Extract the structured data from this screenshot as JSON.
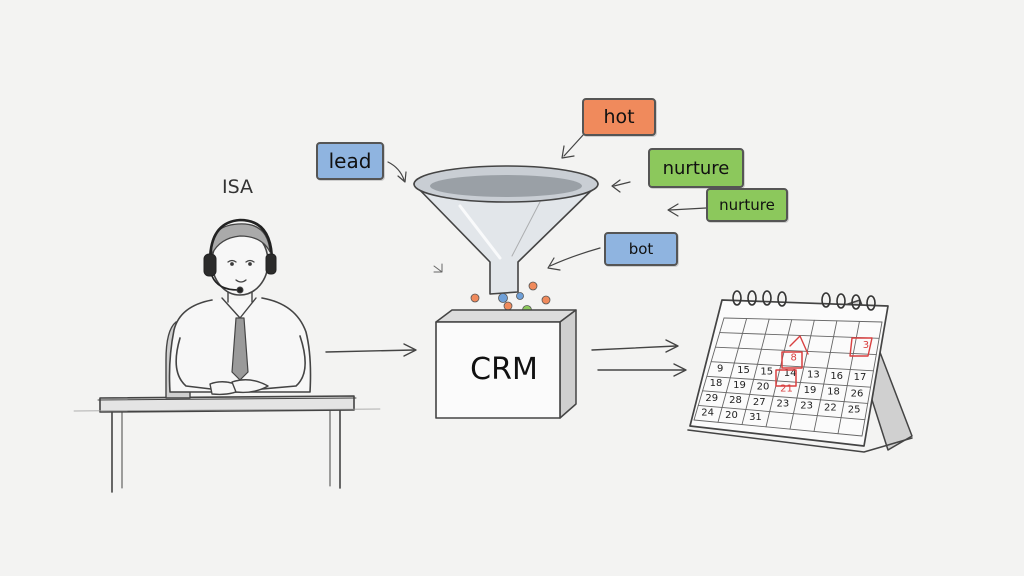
{
  "person_label": "ISA",
  "crm_label": "CRM",
  "tags": {
    "lead": "lead",
    "hot": "hot",
    "nurture_1": "nurture",
    "nurture_2": "nurture",
    "bot": "bot"
  },
  "colors": {
    "blue_tag": "#8fb4e0",
    "orange_tag": "#f08a5c",
    "green_tag": "#8cc85c",
    "accent_red": "#d94040"
  },
  "calendar": {
    "rows": [
      [
        "",
        "",
        "",
        "",
        "",
        "",
        ""
      ],
      [
        "",
        "",
        "",
        "",
        "",
        "",
        "3"
      ],
      [
        "",
        "",
        "",
        "8",
        "",
        "",
        ""
      ],
      [
        "9",
        "15",
        "15",
        "14",
        "13",
        "16",
        "17"
      ],
      [
        "18",
        "19",
        "20",
        "21",
        "19",
        "18",
        "26"
      ],
      [
        "29",
        "28",
        "27",
        "23",
        "23",
        "22",
        "25"
      ],
      [
        "24",
        "20",
        "31",
        "",
        "",
        "",
        ""
      ]
    ],
    "highlighted": [
      "8",
      "21",
      "3"
    ]
  }
}
